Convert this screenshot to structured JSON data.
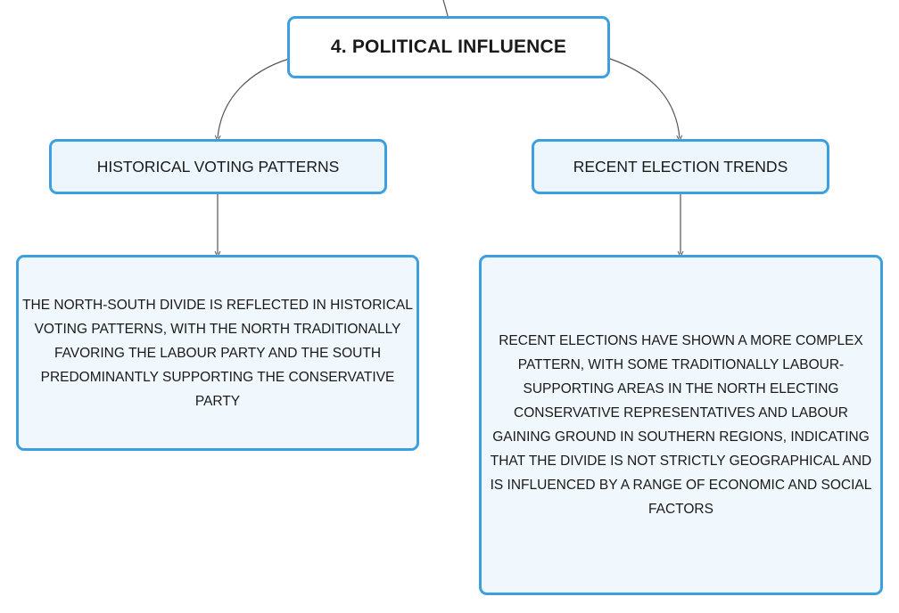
{
  "diagram": {
    "title": "4. POLITICAL INFLUENCE",
    "branches": [
      {
        "heading": "HISTORICAL VOTING PATTERNS",
        "detail": "THE NORTH-SOUTH DIVIDE IS REFLECTED IN HISTORICAL VOTING PATTERNS, WITH THE NORTH TRADITIONALLY FAVORING THE LABOUR PARTY AND THE SOUTH PREDOMINANTLY SUPPORTING THE CONSERVATIVE PARTY"
      },
      {
        "heading": "RECENT ELECTION TRENDS",
        "detail": "RECENT ELECTIONS HAVE SHOWN A MORE COMPLEX PATTERN, WITH SOME TRADITIONALLY LABOUR-SUPPORTING AREAS IN THE NORTH ELECTING CONSERVATIVE REPRESENTATIVES AND LABOUR GAINING GROUND IN SOUTHERN REGIONS, INDICATING THAT THE DIVIDE IS NOT STRICTLY GEOGRAPHICAL AND IS INFLUENCED BY A RANGE OF ECONOMIC AND SOCIAL FACTORS"
      }
    ],
    "colors": {
      "node_border": "#3d9fe0",
      "connector": "#555555",
      "text": "#1a1a1a"
    }
  }
}
